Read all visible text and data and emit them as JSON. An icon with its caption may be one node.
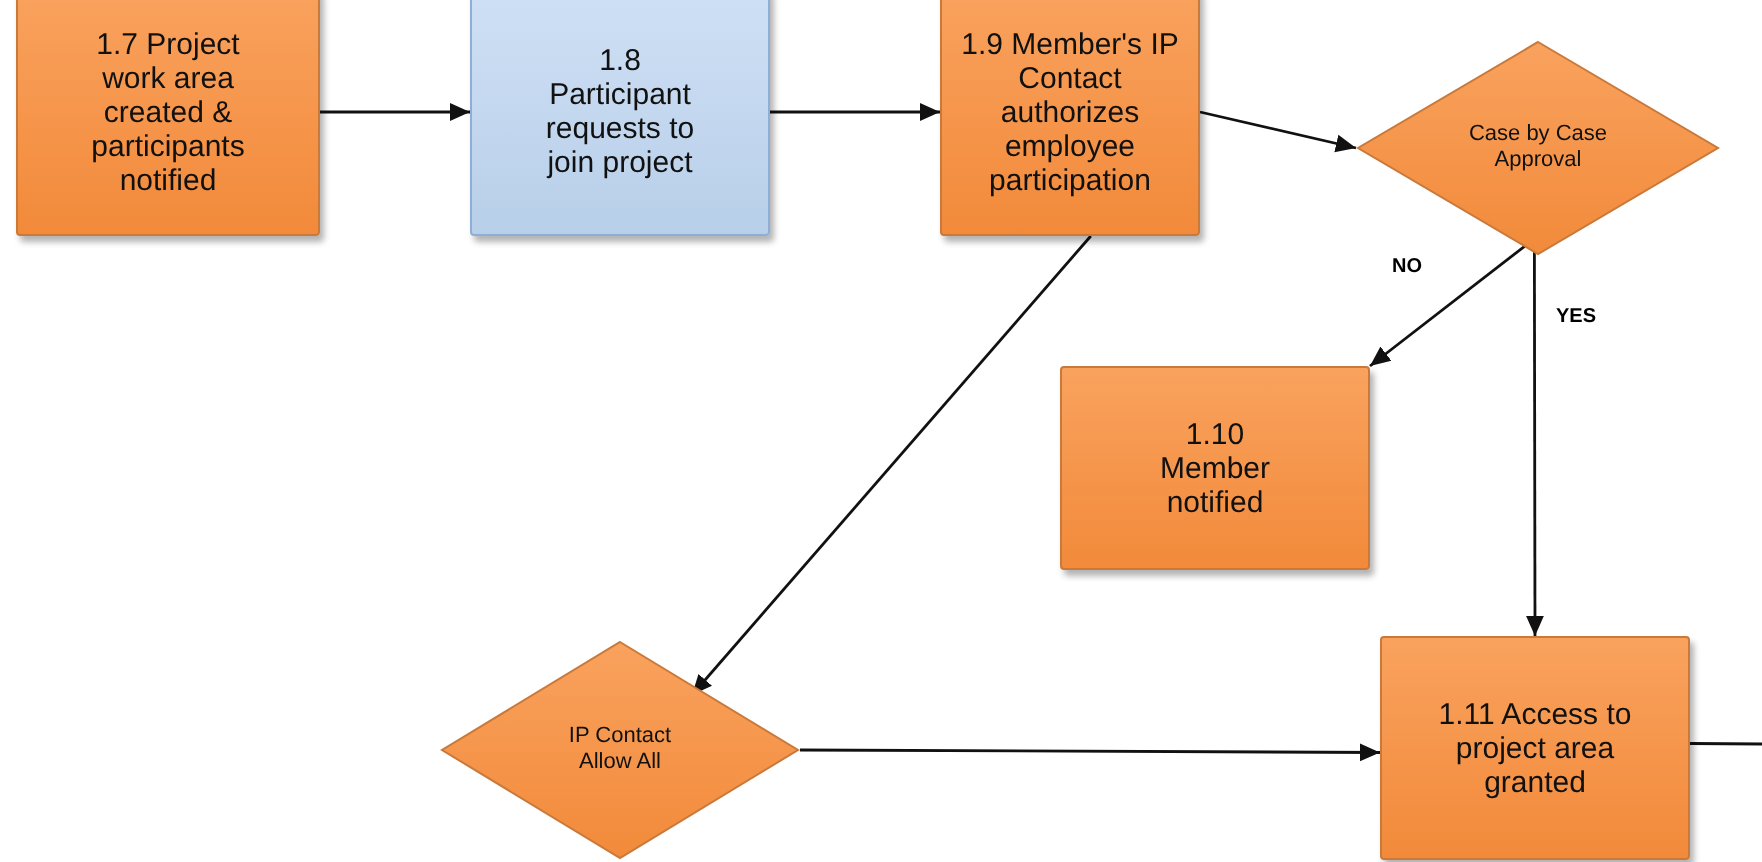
{
  "diagram": {
    "nodes": [
      {
        "text": [
          "1.7 Project work area created & participants notified"
        ]
      },
      {
        "text": [
          "1.8 Participant requests to join project"
        ]
      },
      {
        "text": [
          "1.9 Member's IP Contact authorizes employee participation"
        ]
      },
      {
        "text": [
          "Case by Case Approval"
        ]
      },
      {
        "text": [
          "1.10 Member notified"
        ]
      },
      {
        "text": [
          "IP Contact Allow All"
        ]
      },
      {
        "text": [
          "1.11 Access to project area granted"
        ]
      }
    ],
    "edges": [
      {
        "from": 0,
        "to": 1,
        "arrow": "to"
      },
      {
        "from": 1,
        "to": 2,
        "arrow": "to"
      },
      {
        "from": 2,
        "to": 3,
        "arrow": "to"
      },
      {
        "from": 3,
        "to": 4,
        "arrow": "to",
        "label": "NO"
      },
      {
        "from": 3,
        "to": 6,
        "arrow": "to",
        "label": "YES"
      },
      {
        "from": 2,
        "to": 5,
        "arrow": "to"
      },
      {
        "from": 5,
        "to": 6,
        "arrow": "to"
      },
      {
        "from": 6,
        "to": null,
        "arrow": "none"
      }
    ]
  }
}
